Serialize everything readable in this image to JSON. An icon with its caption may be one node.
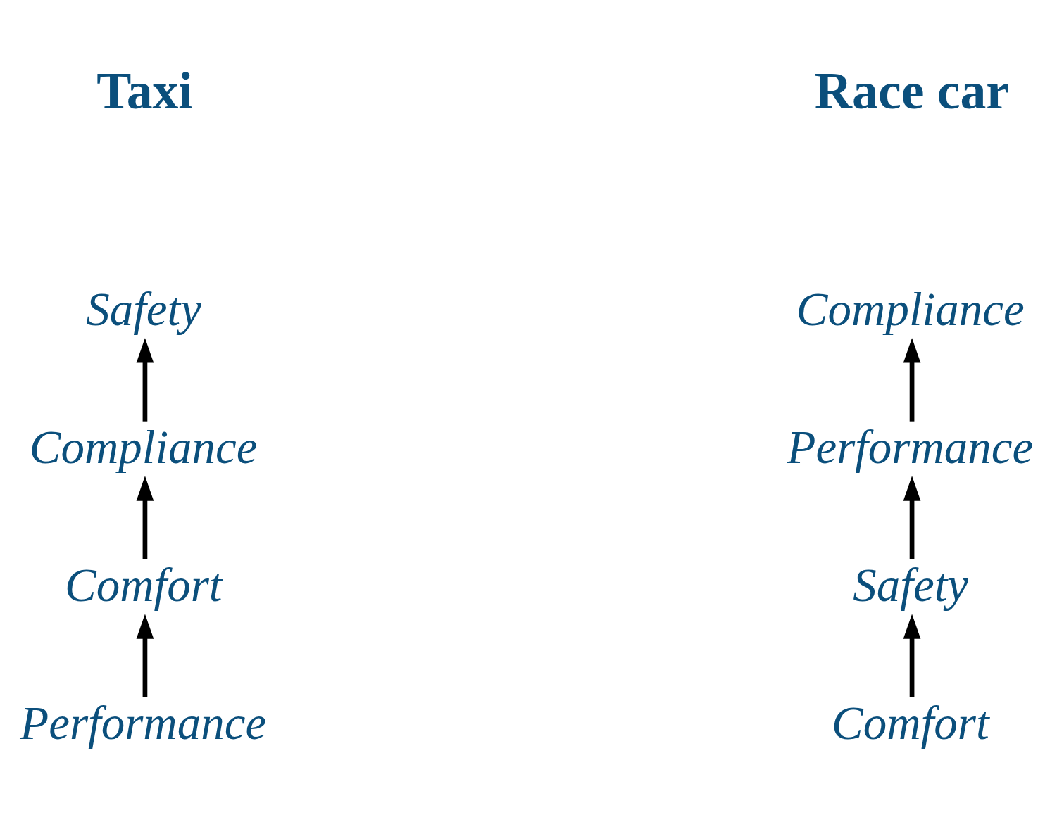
{
  "diagram": {
    "nodes": [
      {
        "text": [
          "Safety"
        ]
      },
      {
        "text": [
          "Compliance"
        ]
      },
      {
        "text": [
          "Comfort"
        ]
      },
      {
        "text": [
          "Performance"
        ]
      },
      {
        "text": [
          "Compliance"
        ]
      },
      {
        "text": [
          "Performance"
        ]
      },
      {
        "text": [
          "Safety"
        ]
      },
      {
        "text": [
          "Comfort"
        ]
      }
    ],
    "edges": [
      {
        "from": 3,
        "to": 2,
        "arrow": "to"
      },
      {
        "from": 2,
        "to": 1,
        "arrow": "to"
      },
      {
        "from": 1,
        "to": 0,
        "arrow": "to"
      },
      {
        "from": 7,
        "to": 6,
        "arrow": "to"
      },
      {
        "from": 6,
        "to": 5,
        "arrow": "to"
      },
      {
        "from": 5,
        "to": 4,
        "arrow": "to"
      }
    ],
    "labels": [
      "Taxi",
      "Race car"
    ]
  }
}
